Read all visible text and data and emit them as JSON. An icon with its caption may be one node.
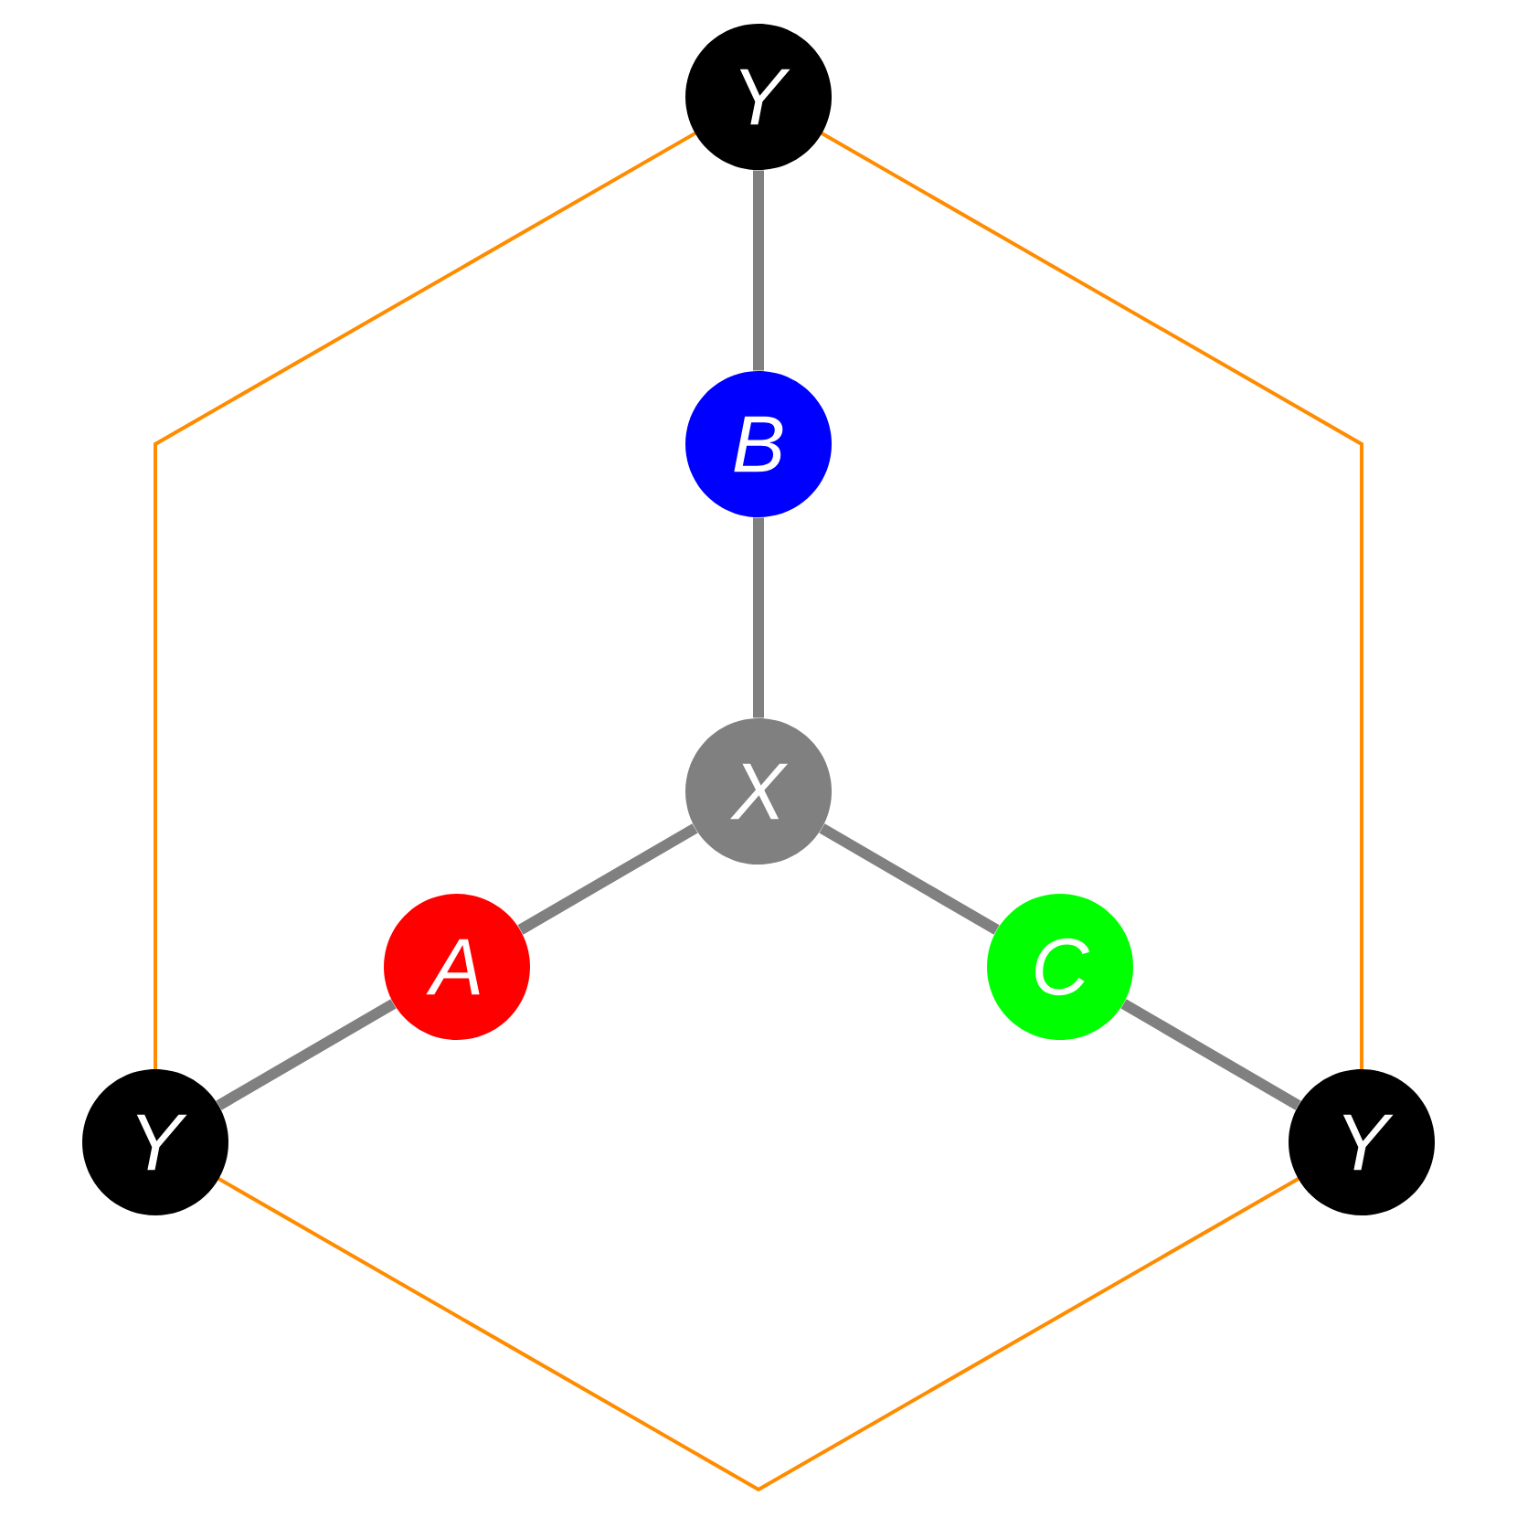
{
  "diagram": {
    "nodes": [
      {
        "text": [
          "Y"
        ]
      },
      {
        "text": [
          "B"
        ]
      },
      {
        "text": [
          "X"
        ]
      },
      {
        "text": [
          "A"
        ]
      },
      {
        "text": [
          "C"
        ]
      },
      {
        "text": [
          "Y"
        ]
      },
      {
        "text": [
          "Y"
        ]
      }
    ],
    "edges": [
      {
        "from": 0,
        "to": 1,
        "arrow": "none"
      },
      {
        "from": 1,
        "to": 2,
        "arrow": "none"
      },
      {
        "from": 2,
        "to": 3,
        "arrow": "none"
      },
      {
        "from": 3,
        "to": 5,
        "arrow": "none"
      },
      {
        "from": 2,
        "to": 4,
        "arrow": "none"
      },
      {
        "from": 4,
        "to": 6,
        "arrow": "none"
      }
    ]
  }
}
